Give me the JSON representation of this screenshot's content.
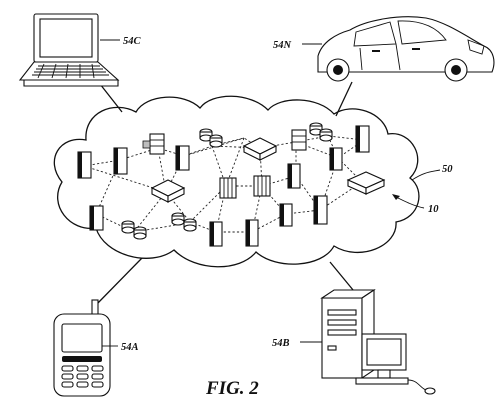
{
  "figure": {
    "caption": "FIG. 2",
    "labels": {
      "laptop": "54C",
      "car": "54N",
      "cloud": "50",
      "network": "10",
      "phone": "54A",
      "desktop": "54B"
    }
  }
}
